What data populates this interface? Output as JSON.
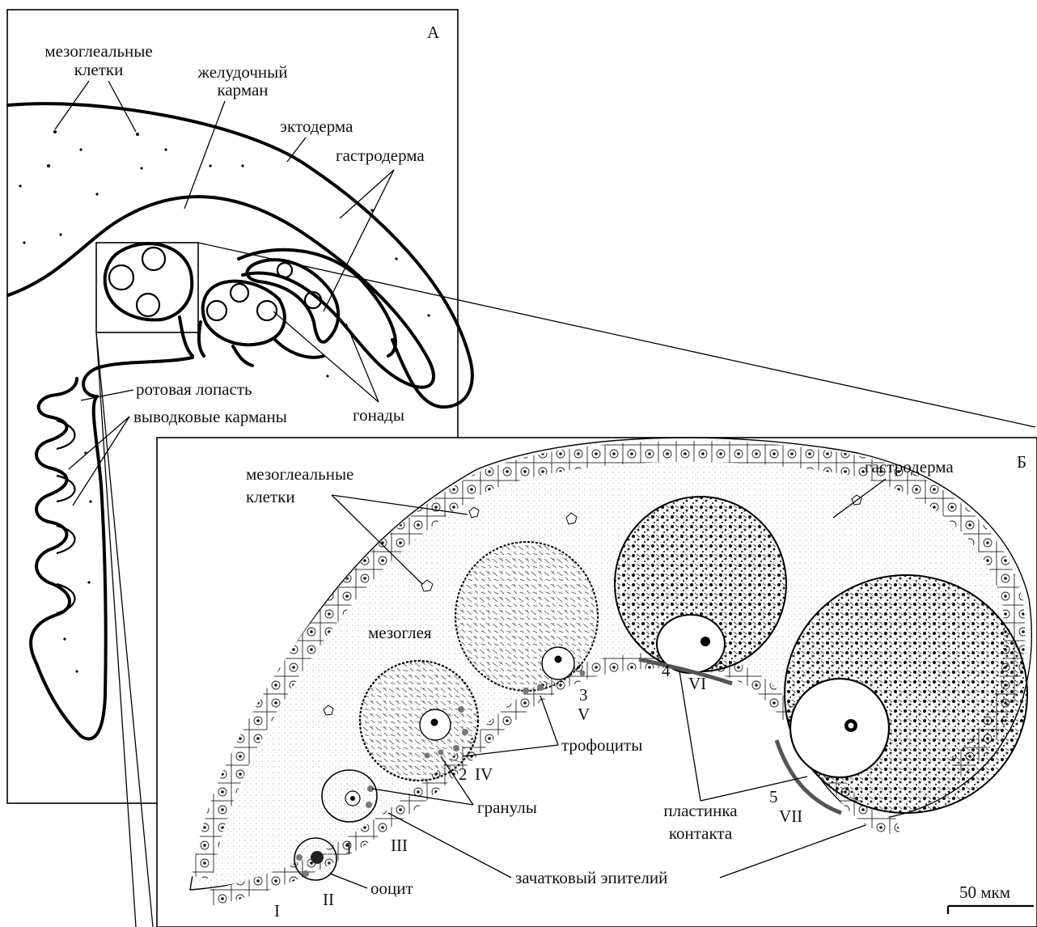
{
  "panel_a": {
    "letter": "А",
    "labels": {
      "mesoglea_cells_1": "мезоглеальные",
      "mesoglea_cells_2": "клетки",
      "gastric_pocket_1": "желудочный",
      "gastric_pocket_2": "карман",
      "ectoderm": "эктодерма",
      "gastroderm": "гастродерма",
      "oral_lobe": "ротовая лопасть",
      "brood_pockets": "выводковые карманы",
      "gonads": "гонады"
    }
  },
  "panel_b": {
    "letter": "Б",
    "labels": {
      "mesoglea_cells_1": "мезоглеальные",
      "mesoglea_cells_2": "клетки",
      "gastroderm": "гастродерма",
      "mesoglea": "мезоглея",
      "trophocytes": "трофоциты",
      "granules": "гранулы",
      "contact_plate_1": "пластинка",
      "contact_plate_2": "контакта",
      "germ_epithelium": "зачатковый эпителий",
      "oocyte": "ооцит",
      "scale_bar": "50 мкм"
    },
    "stage_numbers": [
      "1",
      "2",
      "3",
      "4",
      "5"
    ],
    "stage_roman": [
      "I",
      "II",
      "III",
      "IV",
      "V",
      "VI",
      "VII"
    ]
  }
}
